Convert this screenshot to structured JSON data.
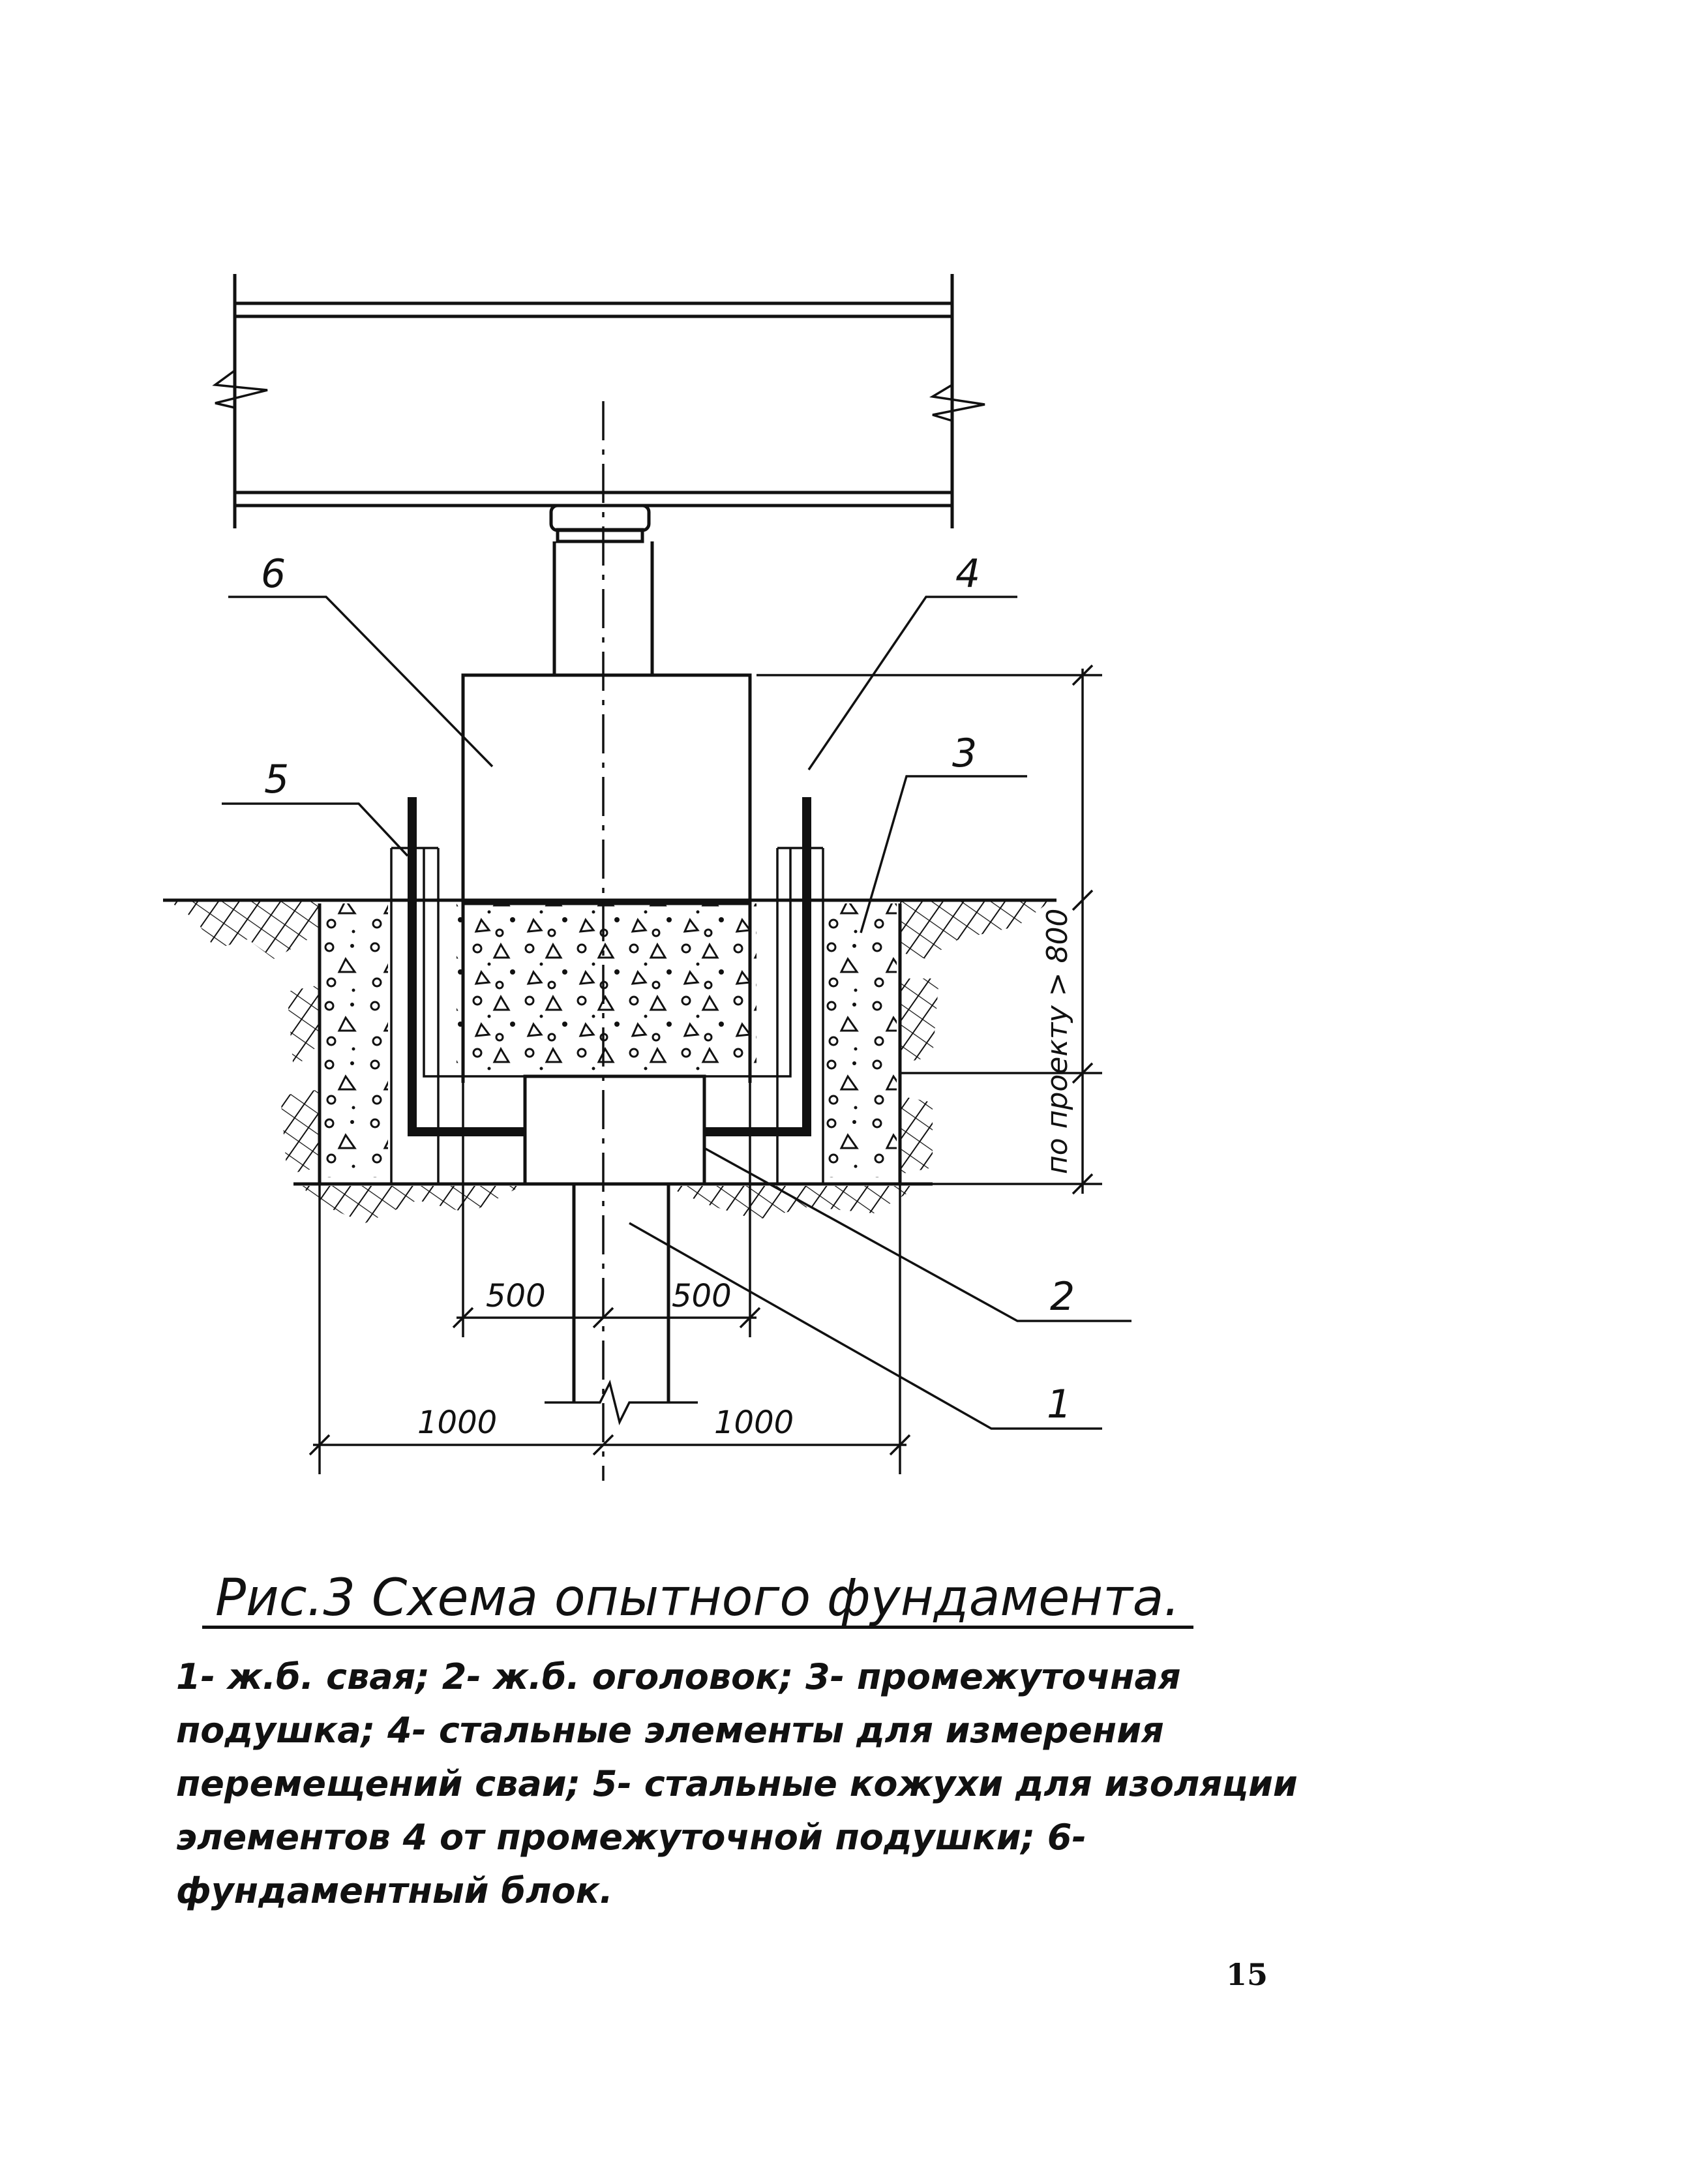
{
  "figure": {
    "caption_title": "Рис.3  Схема опытного фундамента.",
    "legend_text": "1- ж.б. свая; 2- ж.б. оголовок; 3- промежуточная подушка; 4- стальные элементы для измерения перемещений сваи; 5- стальные кожухи для изоляции элементов 4 от промежуточной подушки; 6- фундаментный блок.",
    "page_number": "15"
  },
  "callouts": {
    "c1": "1",
    "c2": "2",
    "c3": "3",
    "c4": "4",
    "c5": "5",
    "c6": "6"
  },
  "dimensions": {
    "left_500": "500",
    "right_500": "500",
    "left_1000": "1000",
    "right_1000": "1000",
    "vertical": "по проекту > 800"
  }
}
